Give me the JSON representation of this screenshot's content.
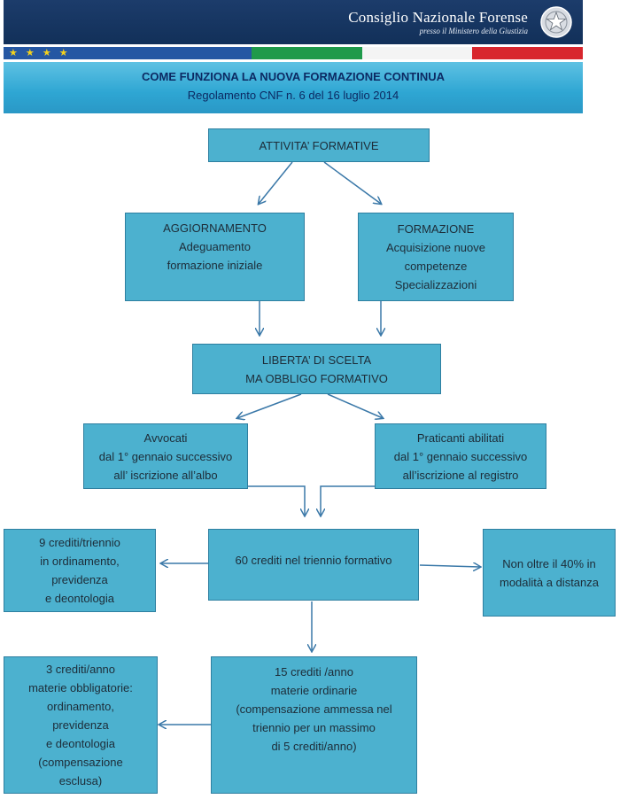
{
  "header": {
    "org_name": "Consiglio Nazionale Forense",
    "org_subtitle": "presso il Ministero della Giustizia",
    "stars": "★ ★ ★ ★",
    "flag_colors": [
      "#2557a3",
      "#1f9a4a",
      "#ffffff",
      "#d8262d"
    ],
    "title": "COME FUNZIONA LA NUOVA FORMAZIONE CONTINUA",
    "subtitle": "Regolamento CNF n. 6 del 16 luglio 2014"
  },
  "colors": {
    "box_fill": "#4cb1cf",
    "box_border": "#2e7fa0",
    "arrow": "#3a78a8"
  },
  "nodes": {
    "attivita": {
      "lines": [
        "ATTIVITA’ FORMATIVE"
      ]
    },
    "aggiornamento": {
      "lines": [
        "AGGIORNAMENTO",
        "Adeguamento",
        "formazione iniziale"
      ]
    },
    "formazione": {
      "lines": [
        "FORMAZIONE",
        "Acquisizione nuove",
        "competenze",
        "Specializzazioni"
      ]
    },
    "liberta": {
      "lines": [
        "LIBERTA’ DI SCELTA",
        "MA OBBLIGO FORMATIVO"
      ]
    },
    "avvocati": {
      "lines": [
        "Avvocati",
        "dal 1° gennaio successivo",
        "all’ iscrizione all’albo"
      ]
    },
    "praticanti": {
      "lines": [
        "Praticanti abilitati",
        "dal 1° gennaio successivo",
        "all’iscrizione al registro"
      ]
    },
    "crediti_triennio": {
      "lines": [
        "9 crediti/triennio",
        "in ordinamento,",
        "previdenza",
        "e deontologia"
      ]
    },
    "sessanta": {
      "lines": [
        "60 crediti nel triennio formativo"
      ]
    },
    "distanza": {
      "lines": [
        "Non oltre il 40% in",
        "modalità a distanza"
      ]
    },
    "tre_crediti": {
      "lines": [
        "3 crediti/anno",
        "materie obbligatorie:",
        "ordinamento,",
        "previdenza",
        "e deontologia",
        "(compensazione",
        "esclusa)"
      ]
    },
    "quindici": {
      "lines": [
        "15 crediti /anno",
        "materie ordinarie",
        "(compensazione ammessa nel",
        "triennio per un massimo",
        "di 5 crediti/anno)"
      ]
    }
  }
}
